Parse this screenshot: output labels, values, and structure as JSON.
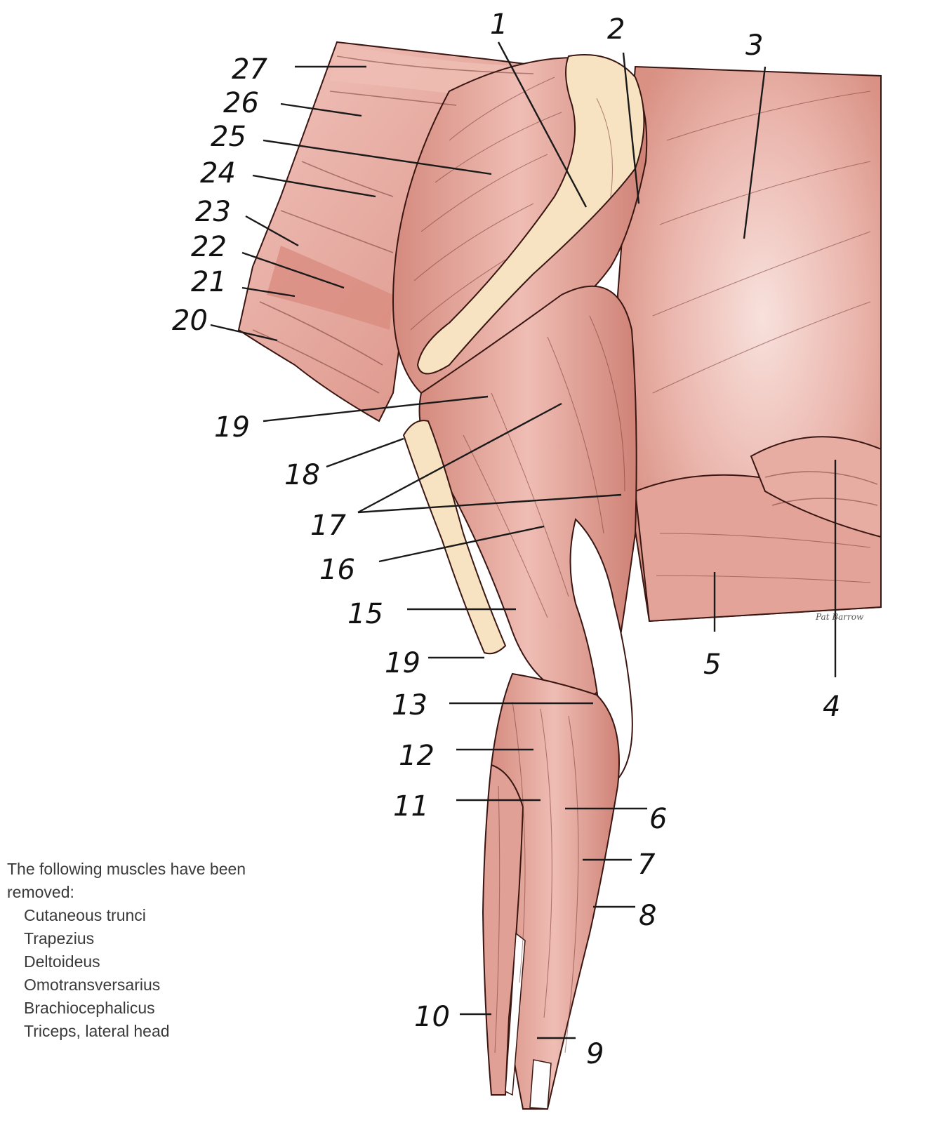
{
  "labels": [
    "1",
    "2",
    "3",
    "4",
    "5",
    "6",
    "7",
    "8",
    "9",
    "10",
    "11",
    "12",
    "13",
    "19",
    "15",
    "16",
    "17",
    "18",
    "19",
    "20",
    "21",
    "22",
    "23",
    "24",
    "25",
    "26",
    "27"
  ],
  "note": {
    "heading": "The following muscles have been removed:",
    "items": [
      "Cutaneous trunci",
      "Trapezius",
      "Deltoideus",
      "Omotransversarius",
      "Brachiocephalicus",
      "Triceps, lateral head"
    ]
  },
  "signature": "Pat Barrow",
  "colors": {
    "muscle": "#e7a89f",
    "muscle_light": "#f4d2cb",
    "bone": "#f7e3c2",
    "tendon": "#ffffff",
    "ink": "#111111"
  }
}
